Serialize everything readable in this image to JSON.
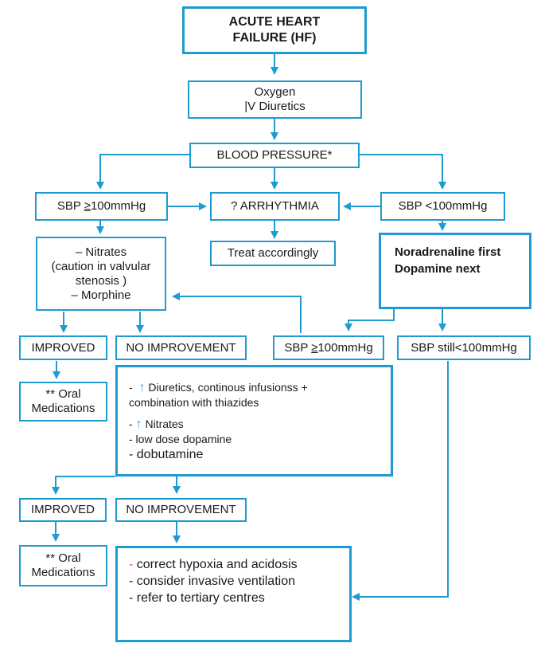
{
  "nodes": {
    "title": [
      "ACUTE HEART",
      "FAILURE (HF)"
    ],
    "oxygen": [
      "Oxygen",
      "|V Diuretics"
    ],
    "bp": "BLOOD PRESSURE*",
    "sbp_high": {
      "prefix": "SBP ",
      "ge": "≥",
      "value": "100mmHg"
    },
    "arrhythmia": "? ARRHYTHMIA",
    "sbp_low": "SBP <100mmHg",
    "treat": "Treat accordingly",
    "nitrates": [
      "– Nitrates",
      "(caution in valvular",
      "stenosis )",
      "– Morphine"
    ],
    "noradrenaline": [
      "Noradrenaline first",
      "Dopamine next"
    ],
    "improved1": "IMPROVED",
    "no_improvement1": "NO IMPROVEMENT",
    "sbp_ge2": {
      "prefix": "SBP ",
      "ge": "≥",
      "value": "100mmHg"
    },
    "sbp_still": "SBP still<100mmHg",
    "oral1": [
      "** Oral",
      "Medications"
    ],
    "diuretics_box": {
      "dash1": "-",
      "line1": " Diuretics, continous infusionss +",
      "line2": "combination with thiazides",
      "dash2": "-",
      "line3": " Nitrates",
      "line4": "- low dose dopamine",
      "line5": "- dobutamine"
    },
    "improved2": "IMPROVED",
    "no_improvement2": "NO IMPROVEMENT",
    "oral2": [
      "** Oral",
      "Medications"
    ],
    "final_box": {
      "dash": "-",
      "line1": " correct hypoxia and acidosis",
      "line2": "- consider invasive ventilation",
      "line3": "- refer to tertiary centres"
    }
  },
  "icons": {
    "up_arrow": "↑"
  },
  "colors": {
    "accent": "#1e9bd0",
    "up_arrow": "#4a9fe0",
    "red_dash": "#e3533a",
    "text": "#1a1a1a"
  }
}
